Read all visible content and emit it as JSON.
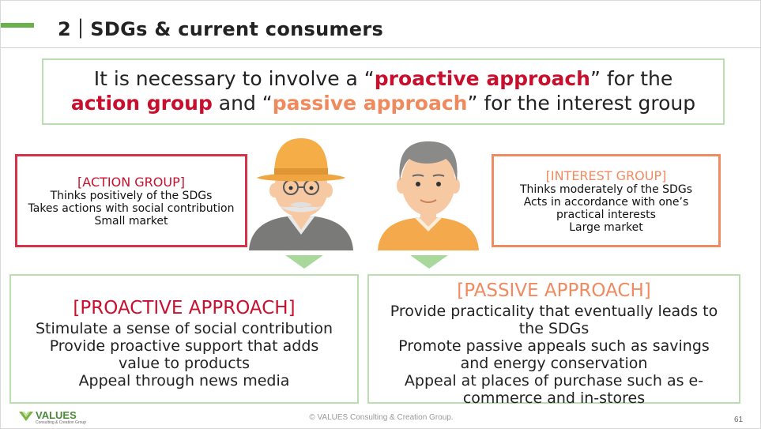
{
  "header": {
    "title": "2｜SDGs & current consumers"
  },
  "headline": {
    "line1_pre": "It is necessary to involve a “",
    "line1_red": "proactive approach",
    "line1_post": "” for the",
    "line2_red": "action group",
    "line2_mid": " and “",
    "line2_orange": "passive approach",
    "line2_post": "” for the interest group"
  },
  "action_group": {
    "title": "[ACTION GROUP]",
    "lines": [
      "Thinks positively of the SDGs",
      "Takes actions with social contribution",
      "Small market"
    ]
  },
  "interest_group": {
    "title": "[INTEREST GROUP]",
    "lines": [
      "Thinks moderately of the SDGs",
      "Acts in accordance with one’s",
      "practical interests",
      "Large market"
    ]
  },
  "proactive": {
    "title": "[PROACTIVE APPROACH]",
    "lines": [
      "Stimulate a sense of social contribution",
      "Provide proactive support that adds",
      "value to products",
      "Appeal through news media"
    ]
  },
  "passive": {
    "title": "[PASSIVE APPROACH]",
    "lines": [
      "Provide practicality that eventually leads to",
      "the SDGs",
      "Promote passive appeals such as savings",
      "and energy conservation",
      "Appeal at places of purchase such as e-",
      "commerce and in-stores"
    ]
  },
  "footer": {
    "logo_text": "VALUES",
    "logo_sub": "Consulting & Creation Group",
    "copyright": "© VALUES Consulting & Creation Group.",
    "page_number": "61"
  },
  "colors": {
    "accent_green": "#6ab04c",
    "box_green": "#b9deb0",
    "action_red": "#c8102e",
    "interest_orange": "#f08a60"
  }
}
